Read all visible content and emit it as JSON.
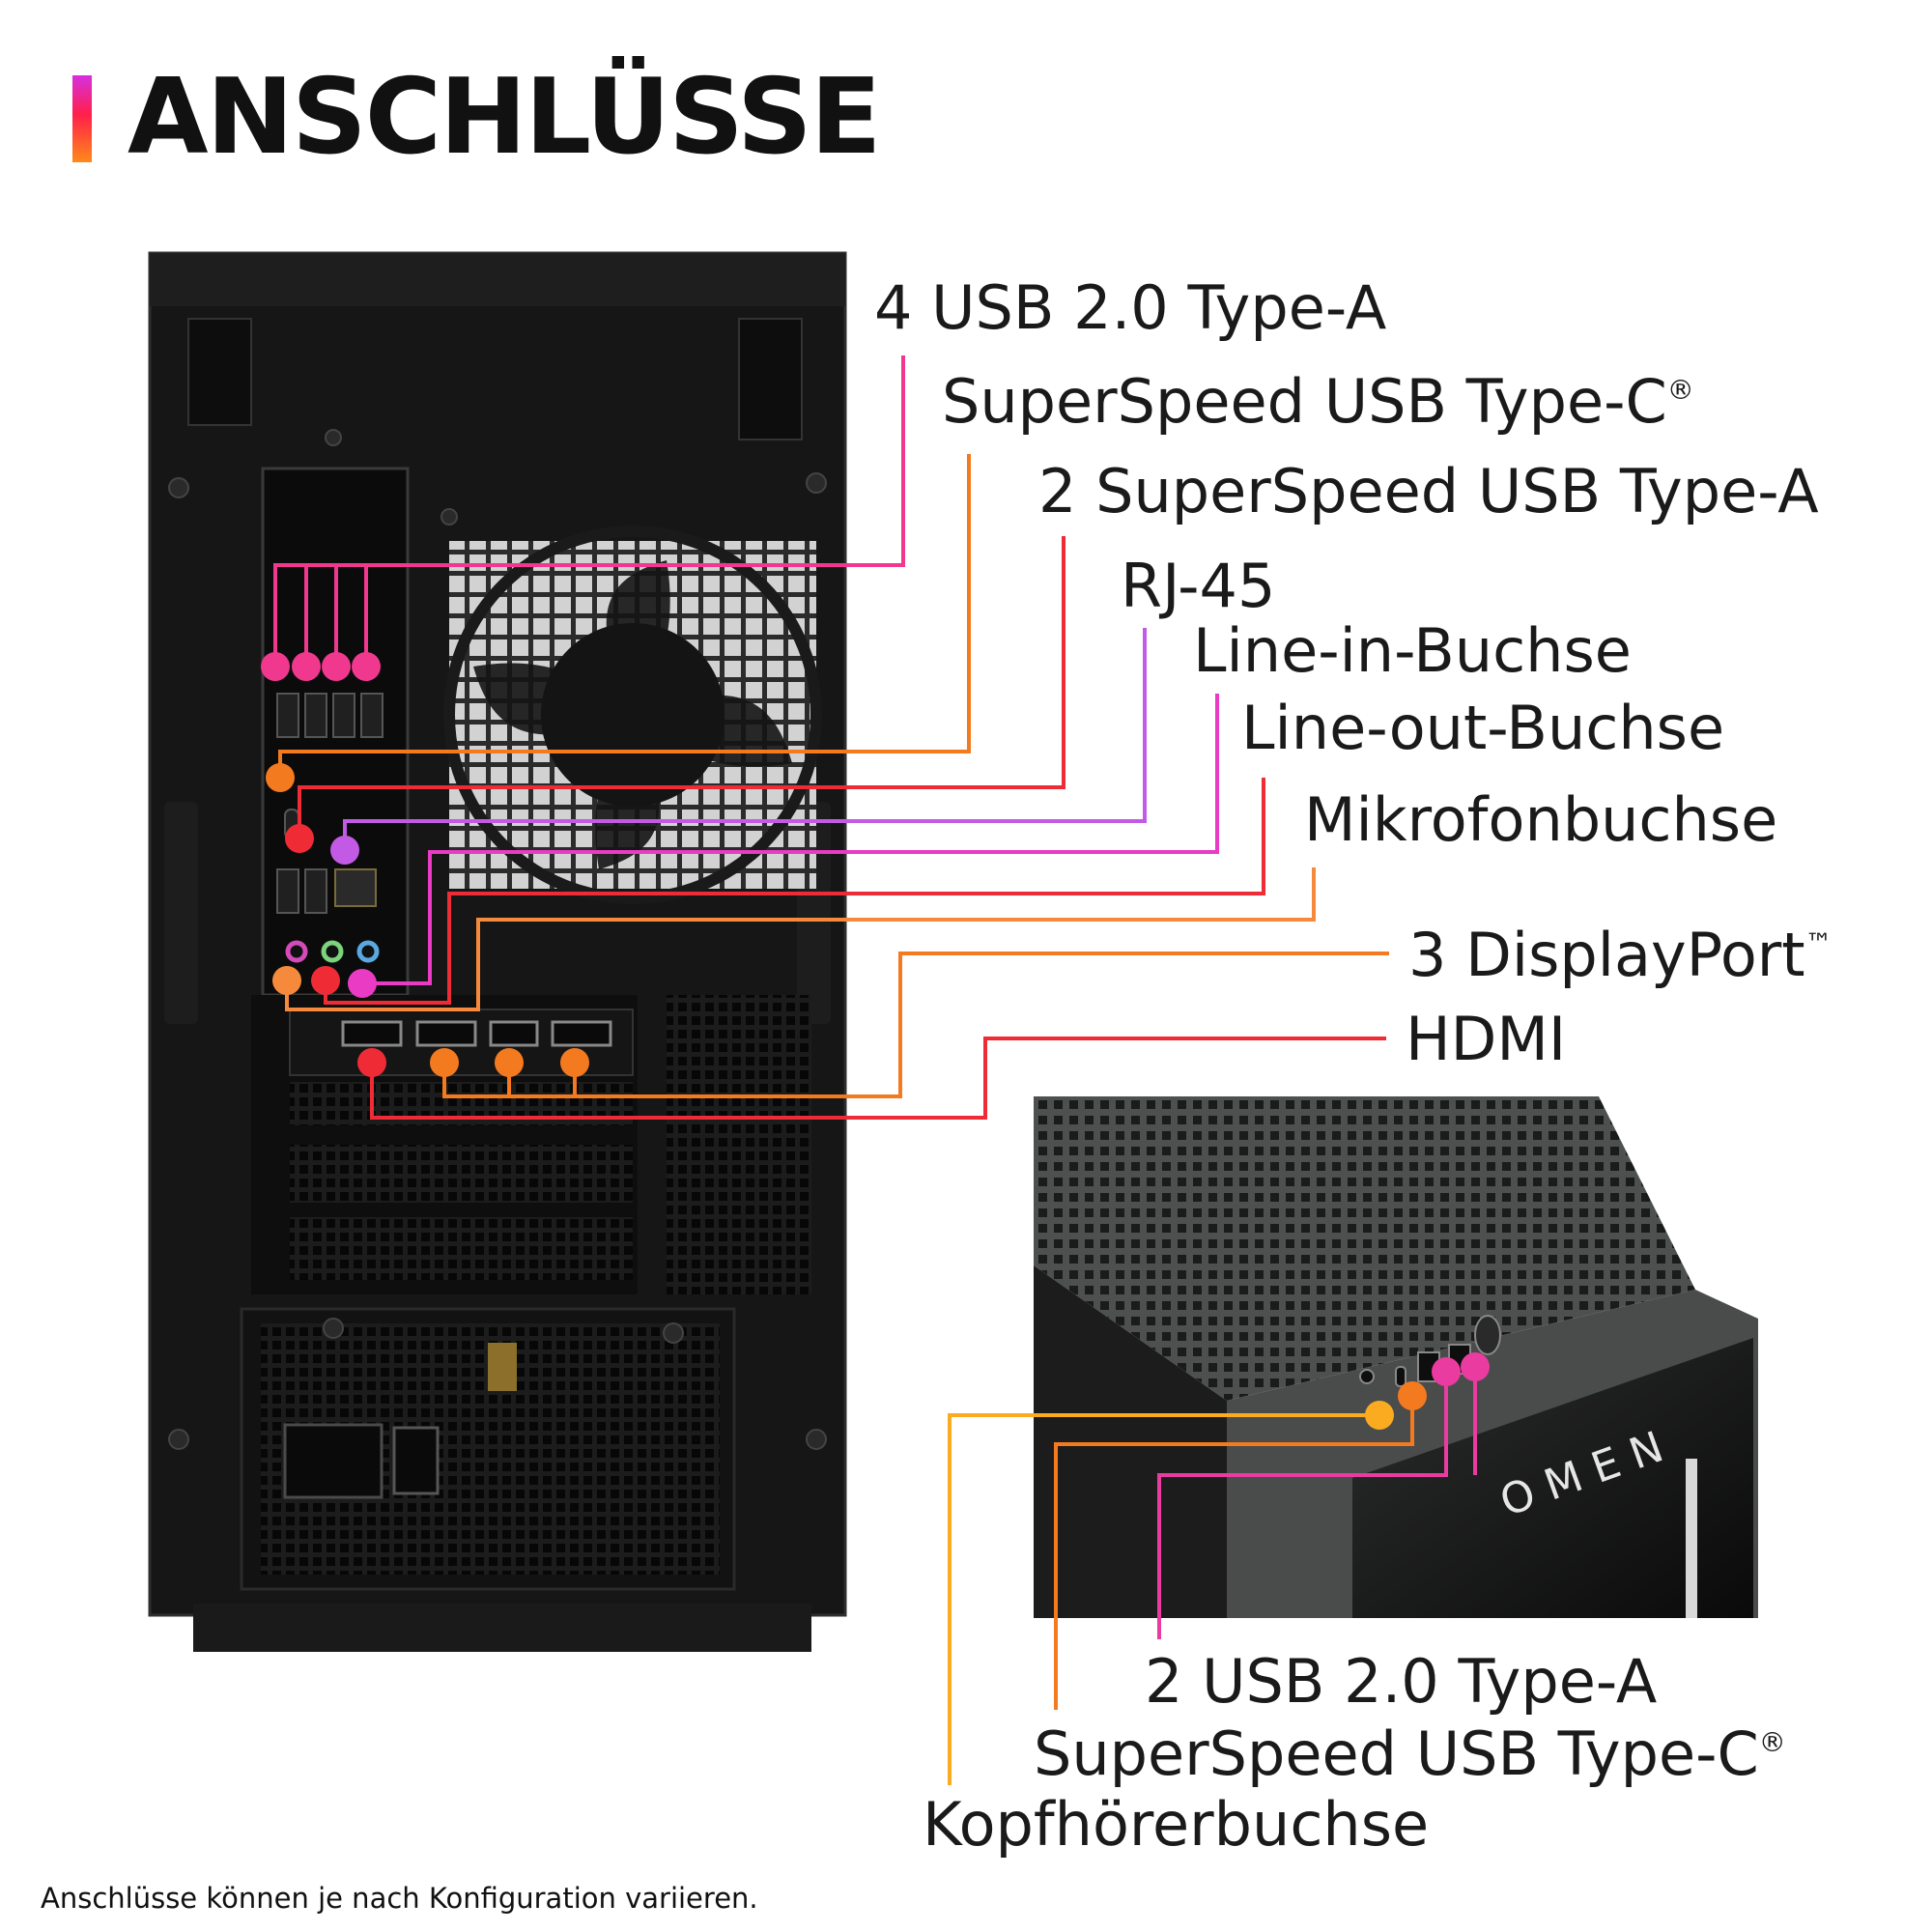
{
  "title": "ANSCHLÜSSE",
  "footnote": "Anschlüsse können je nach Konfiguration variieren.",
  "brand_logo_text": "OMEN",
  "colors": {
    "accent_gradient": [
      "#d630e0",
      "#ff1f4a",
      "#ff8a1a"
    ],
    "pink": "#f0388f",
    "orange": "#f47a20",
    "red": "#ef2b36",
    "violet": "#c35ae6",
    "magenta": "#e93bc4",
    "light_orange": "#f58a3c",
    "amber": "#fbab1f"
  },
  "rear_ports": [
    {
      "label": "4 USB 2.0 Type-A",
      "color": "#f0388f"
    },
    {
      "label": "SuperSpeed USB Type-C",
      "mark": "®",
      "color": "#f47a20"
    },
    {
      "label": "2 SuperSpeed USB Type-A",
      "color": "#ef2b36"
    },
    {
      "label": "RJ-45",
      "color": "#c35ae6"
    },
    {
      "label": "Line-in-Buchse",
      "color": "#e93bc4"
    },
    {
      "label": "Line-out-Buchse",
      "color": "#ef2b36"
    },
    {
      "label": "Mikrofonbuchse",
      "color": "#f58a3c"
    },
    {
      "label": "3 DisplayPort",
      "mark": "™",
      "color": "#f47a20"
    },
    {
      "label": "HDMI",
      "color": "#ef2b36"
    }
  ],
  "front_ports": [
    {
      "label": "2 USB 2.0 Type-A",
      "color": "#e93ba0"
    },
    {
      "label": "SuperSpeed USB Type-C",
      "mark": "®",
      "color": "#f47a20"
    },
    {
      "label": "Kopfhörerbuchse",
      "color": "#fbab1f"
    }
  ]
}
